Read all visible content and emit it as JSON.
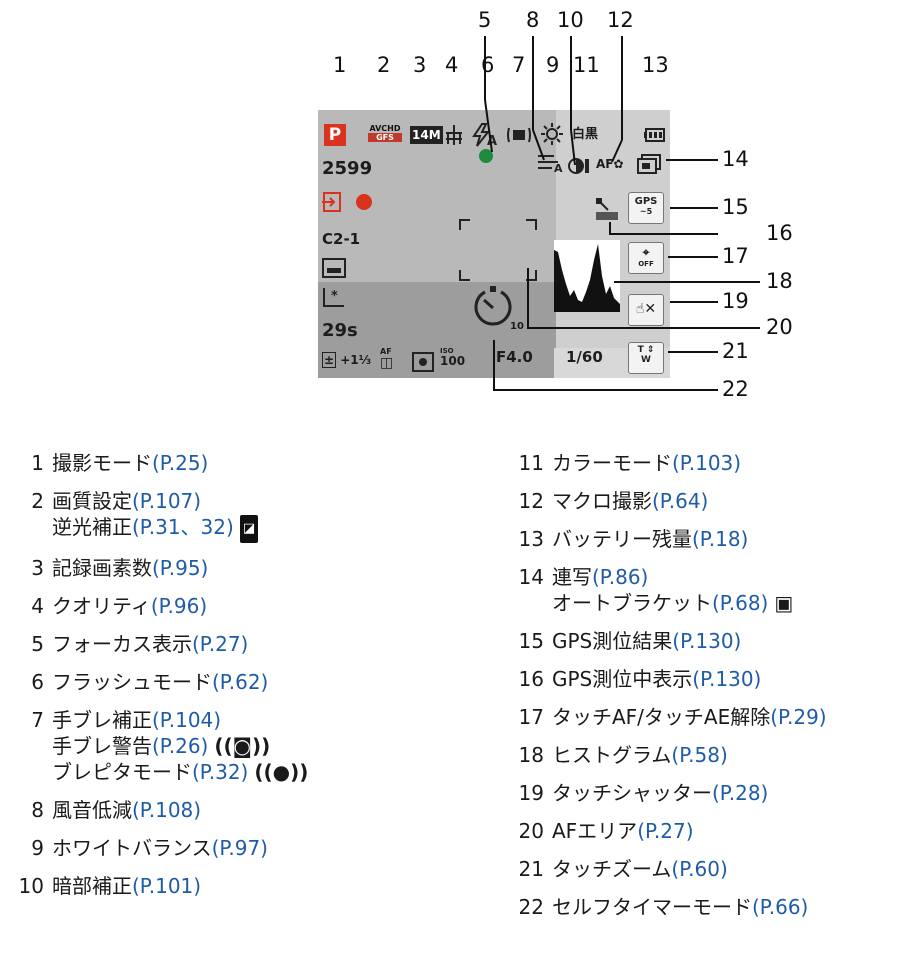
{
  "lcd": {
    "mode": "P",
    "avchd_top": "AVCHD",
    "avchd_bottom": "GFS",
    "resolution": "14M",
    "shots_remaining": "2599",
    "custom": "C2-1",
    "record_time": "29s",
    "exposure": "+1⅓",
    "iso_label": "ISO",
    "iso_value": "100",
    "aperture": "F4.0",
    "shutter": "1/60",
    "selftimer_sub": "10",
    "gps_label": "GPS",
    "gps_sub": "~5",
    "off_label": "OFF",
    "zoom_t": "T",
    "zoom_w": "W",
    "af_macro": "AF",
    "color_mode": "白黒",
    "af_label": "AF"
  },
  "callouts": [
    "1",
    "2",
    "3",
    "4",
    "5",
    "6",
    "7",
    "8",
    "9",
    "10",
    "11",
    "12",
    "13",
    "14",
    "15",
    "16",
    "17",
    "18",
    "19",
    "20",
    "21",
    "22"
  ],
  "legend_left": [
    {
      "num": "1",
      "lines": [
        {
          "text": "撮影モード",
          "ref": "(P.25)"
        }
      ]
    },
    {
      "num": "2",
      "lines": [
        {
          "text": "画質設定",
          "ref": "(P.107)"
        },
        {
          "text": "逆光補正",
          "ref": "(P.31、32)",
          "glyph": "backlight-icon"
        }
      ]
    },
    {
      "num": "3",
      "lines": [
        {
          "text": "記録画素数",
          "ref": "(P.95)"
        }
      ]
    },
    {
      "num": "4",
      "lines": [
        {
          "text": "クオリティ",
          "ref": "(P.96)"
        }
      ]
    },
    {
      "num": "5",
      "lines": [
        {
          "text": "フォーカス表示",
          "ref": "(P.27)"
        }
      ]
    },
    {
      "num": "6",
      "lines": [
        {
          "text": "フラッシュモード",
          "ref": "(P.62)"
        }
      ]
    },
    {
      "num": "7",
      "lines": [
        {
          "text": "手ブレ補正",
          "ref": "(P.104)"
        },
        {
          "text": "手ブレ警告",
          "ref": "(P.26)",
          "glyph": "shake-camera-icon"
        },
        {
          "text": "ブレピタモード",
          "ref": "(P.32)",
          "glyph": "shake-person-icon"
        }
      ]
    },
    {
      "num": "8",
      "lines": [
        {
          "text": "風音低減",
          "ref": "(P.108)"
        }
      ]
    },
    {
      "num": "9",
      "lines": [
        {
          "text": "ホワイトバランス",
          "ref": "(P.97)"
        }
      ]
    },
    {
      "num": "10",
      "lines": [
        {
          "text": "暗部補正",
          "ref": "(P.101)"
        }
      ]
    }
  ],
  "legend_right": [
    {
      "num": "11",
      "lines": [
        {
          "text": "カラーモード",
          "ref": "(P.103)"
        }
      ]
    },
    {
      "num": "12",
      "lines": [
        {
          "text": "マクロ撮影",
          "ref": "(P.64)"
        }
      ]
    },
    {
      "num": "13",
      "lines": [
        {
          "text": "バッテリー残量",
          "ref": "(P.18)"
        }
      ]
    },
    {
      "num": "14",
      "lines": [
        {
          "text": "連写",
          "ref": "(P.86)"
        },
        {
          "text": "オートブラケット",
          "ref": "(P.68)",
          "glyph": "bracket-icon"
        }
      ]
    },
    {
      "num": "15",
      "lines": [
        {
          "text": "GPS測位結果",
          "ref": "(P.130)"
        }
      ]
    },
    {
      "num": "16",
      "lines": [
        {
          "text": "GPS測位中表示",
          "ref": "(P.130)"
        }
      ]
    },
    {
      "num": "17",
      "lines": [
        {
          "text": "タッチAF/タッチAE解除",
          "ref": "(P.29)"
        }
      ]
    },
    {
      "num": "18",
      "lines": [
        {
          "text": "ヒストグラム",
          "ref": "(P.58)"
        }
      ]
    },
    {
      "num": "19",
      "lines": [
        {
          "text": "タッチシャッター",
          "ref": "(P.28)"
        }
      ]
    },
    {
      "num": "20",
      "lines": [
        {
          "text": "AFエリア",
          "ref": "(P.27)"
        }
      ]
    },
    {
      "num": "21",
      "lines": [
        {
          "text": "タッチズーム",
          "ref": "(P.60)"
        }
      ]
    },
    {
      "num": "22",
      "lines": [
        {
          "text": "セルフタイマーモード",
          "ref": "(P.66)"
        }
      ]
    }
  ]
}
